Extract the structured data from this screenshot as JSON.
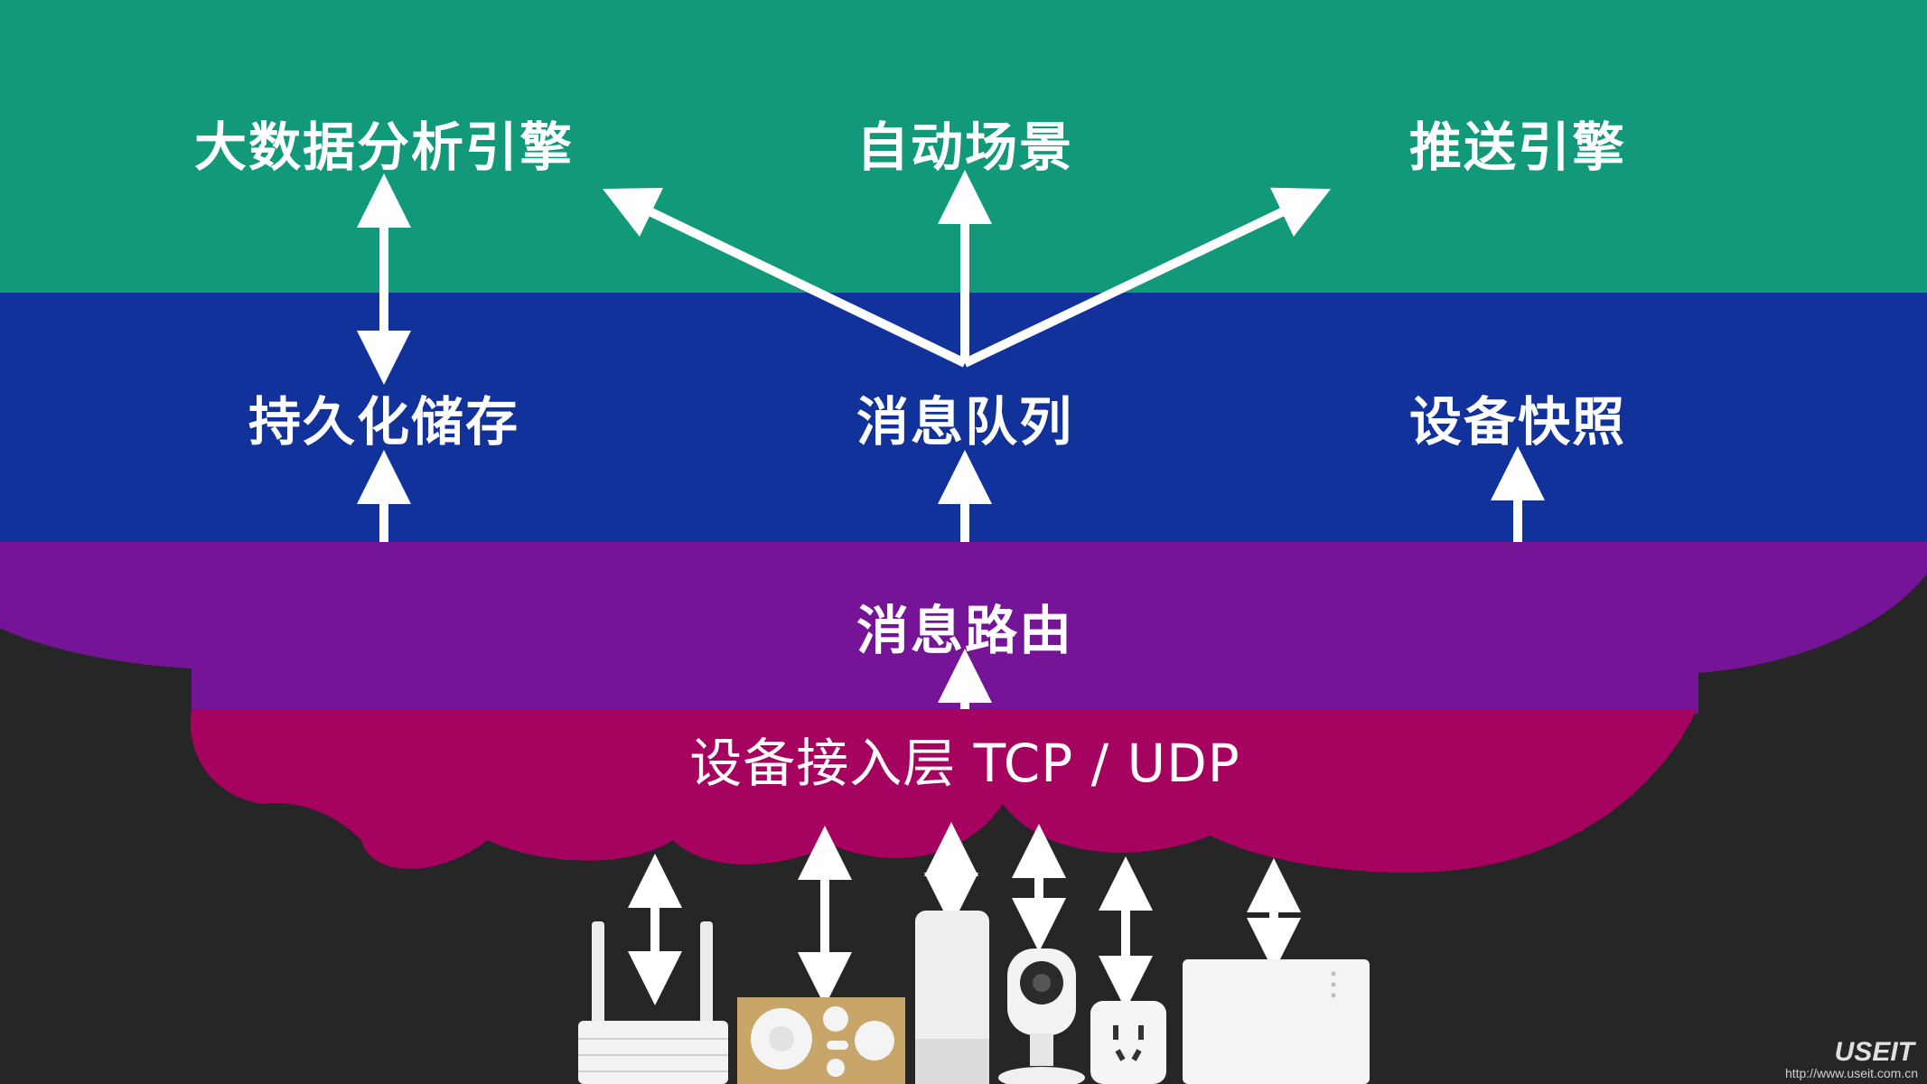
{
  "layers": {
    "top": {
      "color": "#11997a",
      "labels": [
        "大数据分析引擎",
        "自动场景",
        "推送引擎"
      ]
    },
    "middle": {
      "color": "#10329a",
      "labels": [
        "持久化储存",
        "消息队列",
        "设备快照"
      ]
    },
    "routing": {
      "color": "#751497",
      "label": "消息路由"
    },
    "access": {
      "color": "#a60260",
      "label": "设备接入层 TCP / UDP"
    }
  },
  "devices": [
    "router-icon",
    "gateway-kit-icon",
    "speaker-icon",
    "camera-icon",
    "smart-plug-icon",
    "storage-box-icon"
  ],
  "watermark": {
    "brand": "USEIT",
    "url": "http://www.useit.com.cn"
  }
}
